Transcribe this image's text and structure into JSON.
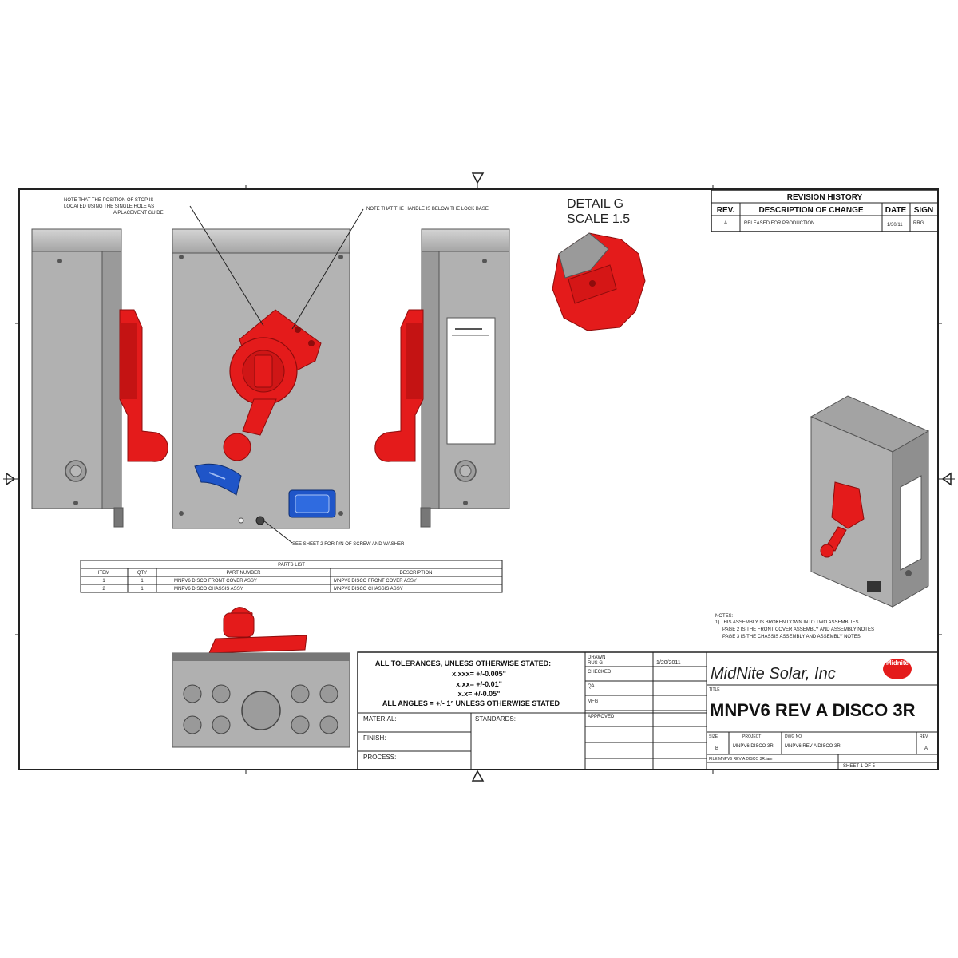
{
  "notes": {
    "stop_note_lines": [
      "NOTE THAT THE POSITION OF STOP IS",
      "LOCATED USING THE SINGLE HOLE AS",
      "A PLACEMENT GUIDE"
    ],
    "handle_note": "NOTE THAT THE HANDLE IS BELOW THE LOCK BASE",
    "screw_note": "SEE SHEET 2 FOR P/N OF SCREW AND WASHER",
    "general_title": "NOTES:",
    "general_lines": [
      "1) THIS ASSEMBLY IS BROKEN DOWN INTO TWO ASSEMBLIES",
      "PAGE 2 IS THE FRONT COVER ASSEMBLY AND ASSEMBLY NOTES",
      "PAGE 3 IS THE CHASSIS ASSEMBLY AND ASSEMBLY NOTES"
    ]
  },
  "detail": {
    "line1": "DETAIL  G",
    "line2": "SCALE 1.5"
  },
  "revision_history": {
    "title": "REVISION HISTORY",
    "headers": [
      "REV.",
      "DESCRIPTION OF CHANGE",
      "DATE",
      "SIGN"
    ],
    "rows": [
      {
        "rev": "A",
        "description": "RELEASED FOR PRODUCTION",
        "date": "1/30/11",
        "sign": "RRG"
      }
    ]
  },
  "parts_list": {
    "title": "PARTS LIST",
    "headers": [
      "ITEM",
      "QTY",
      "PART NUMBER",
      "DESCRIPTION"
    ],
    "rows": [
      {
        "item": "1",
        "qty": "1",
        "part_number": "MNPV6 DISCO FRONT COVER ASSY",
        "description": "MNPV6 DISCO FRONT COVER ASSY"
      },
      {
        "item": "2",
        "qty": "1",
        "part_number": "MNPV6 DISCO CHASSIS ASSY",
        "description": "MNPV6 DISCO CHASSIS ASSY"
      }
    ]
  },
  "tolerances": {
    "lines": [
      "ALL TOLERANCES, UNLESS OTHERWISE STATED:",
      "x.xxx= +/-0.005\"",
      "x.xx= +/-0.01\"",
      "x.x= +/-0.05\"",
      "ALL ANGLES = +/- 1° UNLESS OTHERWISE STATED"
    ]
  },
  "title_block": {
    "material_label": "MATERIAL:",
    "finish_label": "FINISH:",
    "process_label": "PROCESS:",
    "standards_label": "STANDARDS:",
    "drawn_label": "DRAWN",
    "drawn_by": "RUS G",
    "drawn_date": "1/20/2011",
    "checked_label": "CHECKED",
    "qa_label": "QA",
    "mfg_label": "MFG",
    "approved_label": "APPROVED",
    "company_name": "MidNite Solar, Inc",
    "logo_text": "Midnite",
    "title_label": "TITLE",
    "title": "MNPV6 REV A DISCO 3R",
    "size_label": "SIZE",
    "size_value": "B",
    "project_label": "PROJECT",
    "project_value": "MNPV6 DISCO 3R",
    "dwg_no_label": "DWG NO",
    "dwg_no_value": "MNPV6 REV A DISCO 3R",
    "rev_label": "REV",
    "rev_value": "A",
    "file_value": "FILE MNPV6 REV A DISCO 3R.iam",
    "sheet_value": "SHEET 1 OF 5"
  },
  "colors": {
    "enclosure": "#b1b1b1",
    "enclosure_dark": "#8e8e8e",
    "handle_red": "#e41b1b",
    "label_blue": "#1f55c8",
    "line": "#222222"
  }
}
